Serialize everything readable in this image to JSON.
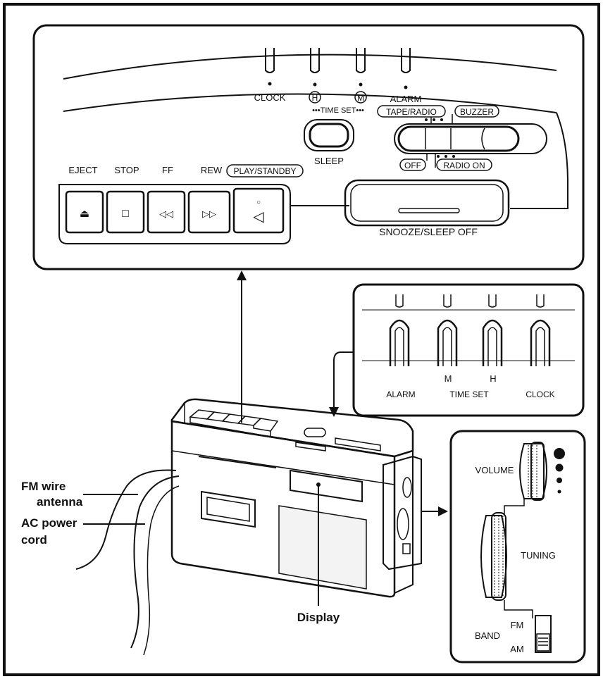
{
  "top_panel": {
    "slider_labels": {
      "clock": "CLOCK",
      "hour": "H",
      "minute": "M",
      "alarm": "ALARM"
    },
    "time_set": "•••TIME SET•••",
    "tape_radio": "TAPE/RADIO",
    "buzzer": "BUZZER",
    "sleep": "SLEEP",
    "off": "OFF",
    "radio_on": "RADIO ON",
    "button_labels": {
      "eject": "EJECT",
      "stop": "STOP",
      "ff": "FF",
      "rew": "REW",
      "play_standby": "PLAY/STANDBY"
    },
    "button_symbols": {
      "eject": "⏏",
      "stop": "□",
      "ff": "◁◁",
      "rew": "▷▷",
      "play": "◁",
      "play_dot": "○"
    },
    "snooze": "SNOOZE/SLEEP OFF"
  },
  "mid_panel": {
    "labels": {
      "alarm": "ALARM",
      "m": "M",
      "time_set": "TIME SET",
      "h": "H",
      "clock": "CLOCK"
    }
  },
  "side_panel": {
    "volume": "VOLUME",
    "tuning": "TUNING",
    "band": "BAND",
    "fm": "FM",
    "am": "AM"
  },
  "callouts": {
    "fm_antenna_line1": "FM wire",
    "fm_antenna_line2": "antenna",
    "ac_cord_line1": "AC power",
    "ac_cord_line2": "cord",
    "display": "Display"
  }
}
